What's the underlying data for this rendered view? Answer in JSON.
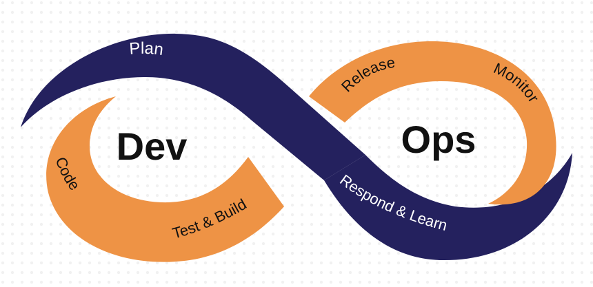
{
  "colors": {
    "navy": "#24215e",
    "orange": "#ee9345",
    "background_dots": "#f1f1f1",
    "text_dark": "#111111",
    "text_light": "#ffffff"
  },
  "center_words": {
    "dev": "Dev",
    "ops": "Ops"
  },
  "stages": {
    "plan": "Plan",
    "release": "Release",
    "monitor": "Monitor",
    "code": "Code",
    "test_build": "Test & Build",
    "respond_learn": "Respond & Learn"
  }
}
